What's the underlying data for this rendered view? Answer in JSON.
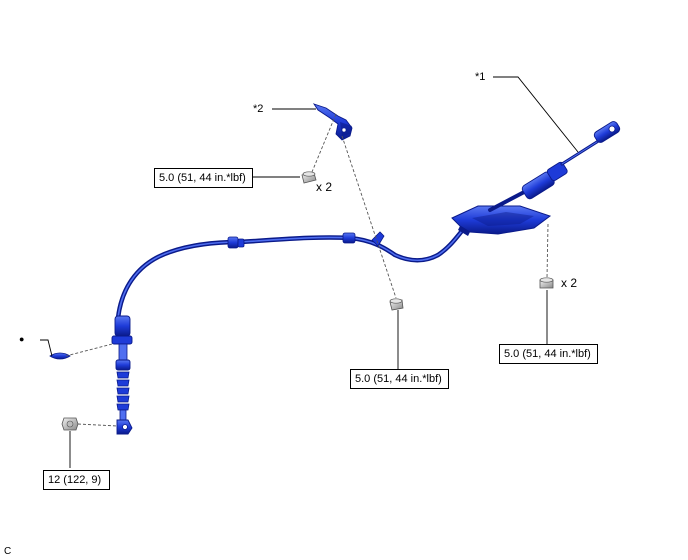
{
  "callouts": {
    "part1": "*1",
    "part2": "*2",
    "bullet": "●"
  },
  "quantities": {
    "bolt_bracket": "x 2",
    "nut_lever": "x 2"
  },
  "torques": {
    "bolt_bracket": "5.0 (51, 44 in.*lbf)",
    "clip_mid": "5.0 (51, 44 in.*lbf)",
    "nut_lever": "5.0 (51, 44 in.*lbf)",
    "nut_end": "12 (122, 9)"
  },
  "figure_code": "C",
  "colors": {
    "part_dark": "#0a1a8a",
    "part_mid": "#1e3bd8",
    "part_light": "#4f6ef0",
    "fastener": "#c9c9c9"
  }
}
